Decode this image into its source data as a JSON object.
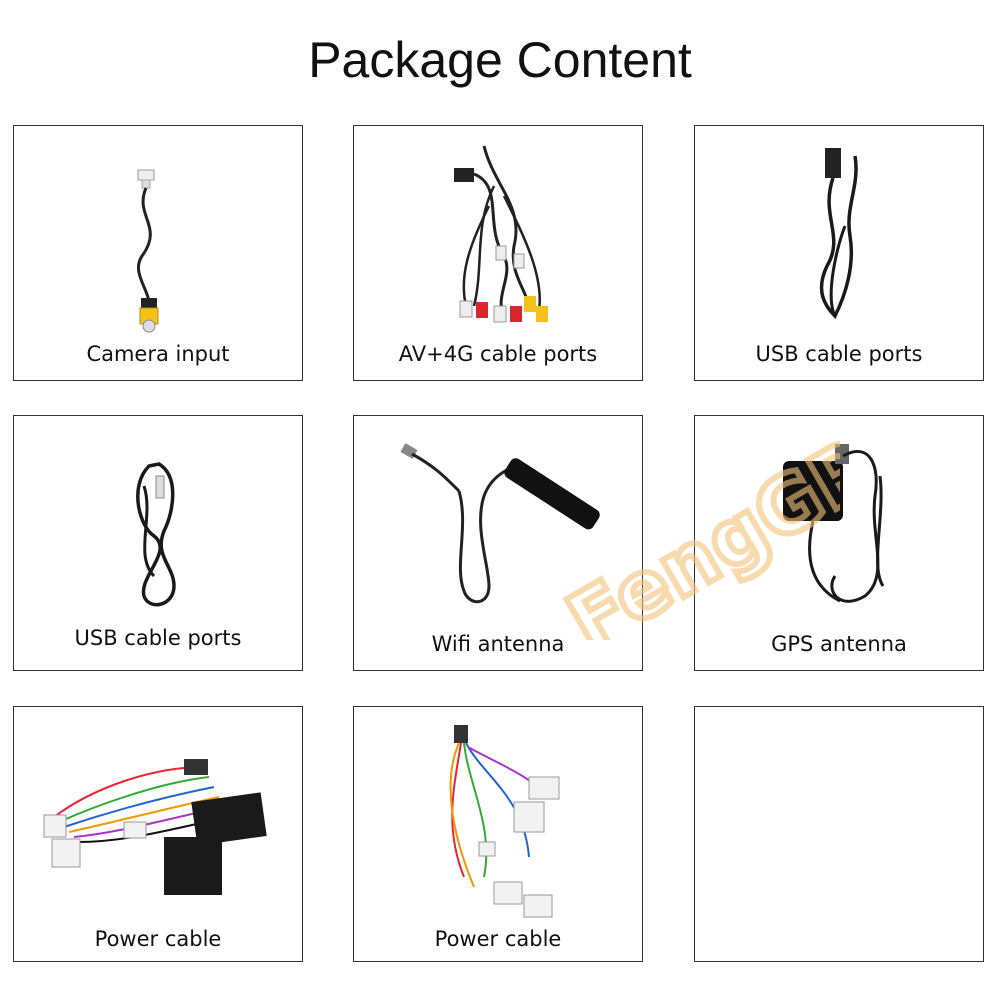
{
  "title": "Package Content",
  "items": [
    {
      "label": "Camera input",
      "icon": "camera-cable-icon"
    },
    {
      "label": "AV+4G cable ports",
      "icon": "av-cable-icon"
    },
    {
      "label": "USB cable ports",
      "icon": "usb-cable-icon"
    },
    {
      "label": "USB cable ports",
      "icon": "usb-cable-icon"
    },
    {
      "label": "Wifi antenna",
      "icon": "wifi-antenna-icon"
    },
    {
      "label": "GPS antenna",
      "icon": "gps-antenna-icon"
    },
    {
      "label": "Power cable",
      "icon": "power-harness-icon"
    },
    {
      "label": "Power cable",
      "icon": "power-harness-icon"
    },
    {
      "label": "",
      "icon": ""
    }
  ],
  "watermark": {
    "text": "FengGPS",
    "color": "#f3c27a"
  },
  "colors": {
    "rca_yellow": "#f2c21a",
    "rca_red": "#d8262c",
    "rca_white": "#eeeeee",
    "cable": "#1a1a1a"
  }
}
